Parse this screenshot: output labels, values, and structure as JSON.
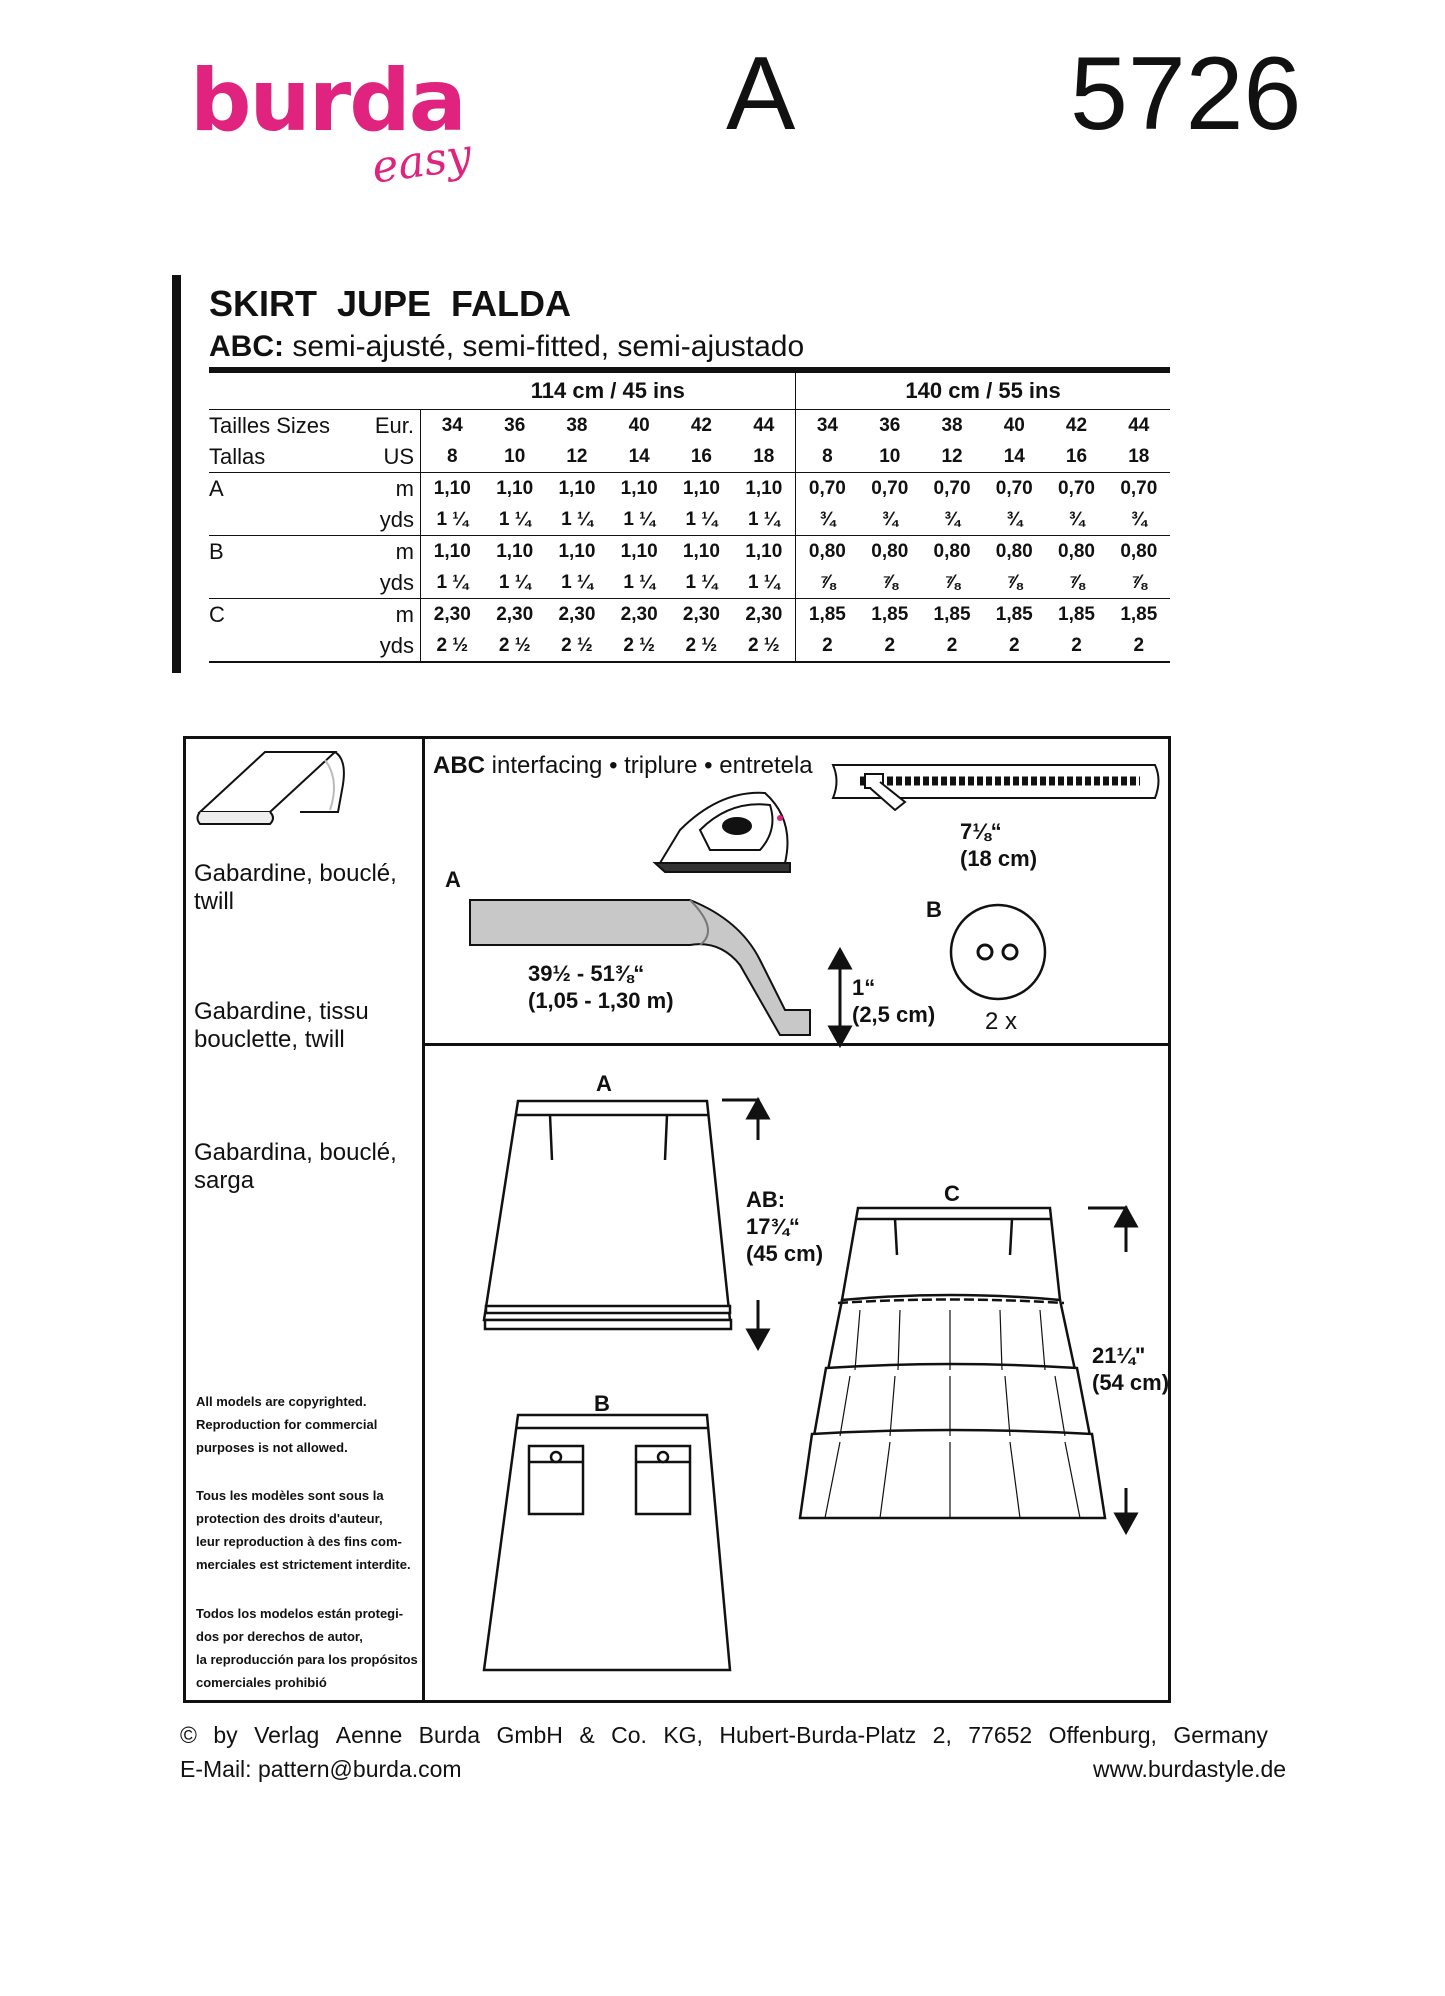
{
  "brand": {
    "name": "burda",
    "sub": "easy"
  },
  "view_letter": "A",
  "pattern_number": "5726",
  "garment_title": "SKIRT  JUPE  FALDA",
  "fit": {
    "prefix": "ABC:",
    "text": " semi-ajusté, semi-fitted, semi-ajustado"
  },
  "yardage": {
    "width1": "114 cm / 45 ins",
    "width2": "140 cm / 55 ins",
    "sizes_label_1": "Tailles   Sizes",
    "sizes_label_2": "Tallas",
    "eur_label": "Eur.",
    "us_label": "US",
    "eur": [
      "34",
      "36",
      "38",
      "40",
      "42",
      "44"
    ],
    "us": [
      "8",
      "10",
      "12",
      "14",
      "16",
      "18"
    ],
    "rows": [
      {
        "view": "A",
        "m": {
          "w1": [
            "1,10",
            "1,10",
            "1,10",
            "1,10",
            "1,10",
            "1,10"
          ],
          "w2": [
            "0,70",
            "0,70",
            "0,70",
            "0,70",
            "0,70",
            "0,70"
          ]
        },
        "yds": {
          "w1": [
            "1 ¼",
            "1 ¼",
            "1 ¼",
            "1 ¼",
            "1 ¼",
            "1 ¼"
          ],
          "w2": [
            "¾",
            "¾",
            "¾",
            "¾",
            "¾",
            "¾"
          ]
        }
      },
      {
        "view": "B",
        "m": {
          "w1": [
            "1,10",
            "1,10",
            "1,10",
            "1,10",
            "1,10",
            "1,10"
          ],
          "w2": [
            "0,80",
            "0,80",
            "0,80",
            "0,80",
            "0,80",
            "0,80"
          ]
        },
        "yds": {
          "w1": [
            "1 ¼",
            "1 ¼",
            "1 ¼",
            "1 ¼",
            "1 ¼",
            "1 ¼"
          ],
          "w2": [
            "⅞",
            "⅞",
            "⅞",
            "⅞",
            "⅞",
            "⅞"
          ]
        }
      },
      {
        "view": "C",
        "m": {
          "w1": [
            "2,30",
            "2,30",
            "2,30",
            "2,30",
            "2,30",
            "2,30"
          ],
          "w2": [
            "1,85",
            "1,85",
            "1,85",
            "1,85",
            "1,85",
            "1,85"
          ]
        },
        "yds": {
          "w1": [
            "2 ½",
            "2 ½",
            "2 ½",
            "2 ½",
            "2 ½",
            "2 ½"
          ],
          "w2": [
            "2",
            "2",
            "2",
            "2",
            "2",
            "2"
          ]
        }
      }
    ],
    "unit_m": "m",
    "unit_yds": "yds"
  },
  "fabrics": {
    "en": [
      "Gabardine, bouclé,",
      "twill"
    ],
    "fr": [
      "Gabardine, tissu",
      "bouclette, twill"
    ],
    "es": [
      "Gabardina, bouclé,",
      "sarga"
    ]
  },
  "notions": {
    "interfacing_prefix": "ABC",
    "interfacing_text": " interfacing • triplure • entretela",
    "label_a": "A",
    "label_b": "B",
    "interfacing_len": [
      "39½ - 51⅜“",
      "(1,05 - 1,30 m)"
    ],
    "interfacing_width": [
      "1“",
      "(2,5 cm)"
    ],
    "zipper_len": [
      "7⅛“",
      "(18 cm)"
    ],
    "buttons_qty": "2 x"
  },
  "views": {
    "a": "A",
    "b": "B",
    "c": "C",
    "ab_length": [
      "AB:",
      "17¾“",
      "(45 cm)"
    ],
    "c_length": [
      "21¼\"",
      "(54 cm)"
    ]
  },
  "copyright": {
    "en": [
      "All models are copyrighted.",
      "Reproduction for commercial",
      "purposes is not allowed."
    ],
    "fr": [
      "Tous les modèles sont sous la",
      "protection des droits d'auteur,",
      "leur reproduction à des fins com-",
      "merciales est strictement interdite."
    ],
    "es": [
      "Todos los modelos están protegi-",
      "dos por derechos de autor,",
      "la reproducción para los propósitos",
      "comerciales prohibió"
    ]
  },
  "footer": {
    "publisher": [
      "©",
      "by",
      "Verlag",
      "Aenne",
      "Burda",
      "GmbH",
      "&",
      "Co.",
      "KG,",
      "Hubert-Burda-Platz",
      "2,",
      "77652",
      "Offenburg,",
      "Germany"
    ],
    "email": "E-Mail: pattern@burda.com",
    "web": "www.burdastyle.de"
  },
  "colors": {
    "brand_pink": "#e0237e",
    "ink": "#111111",
    "interfacing_gray": "#c8c8c8"
  }
}
